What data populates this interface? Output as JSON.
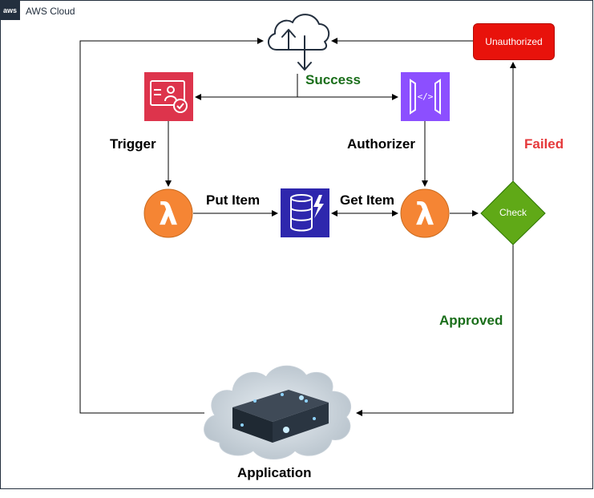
{
  "container": {
    "aws_badge": "aws",
    "title": "AWS Cloud"
  },
  "labels": {
    "success": "Success",
    "trigger": "Trigger",
    "authorizer": "Authorizer",
    "failed": "Failed",
    "put_item": "Put Item",
    "get_item": "Get Item",
    "check": "Check",
    "approved": "Approved",
    "unauthorized": "Unauthorized",
    "application": "Application"
  },
  "icons": {
    "cloud": "cloud-upload-download-icon",
    "trigger_service": "cognito-icon",
    "authorizer_service": "api-gateway-icon",
    "lambda_left": "lambda-icon",
    "lambda_right": "lambda-icon",
    "database": "dynamodb-icon",
    "application": "server-cloud-icon"
  },
  "colors": {
    "success_text": "#1a6e1a",
    "failed_text": "#e5393b",
    "unauthorized_fill": "#e8120b",
    "check_fill": "#60a917",
    "lambda_fill": "#f58534",
    "cognito_fill": "#dd344c",
    "apigw_fill": "#8c4fff",
    "dynamodb_fill": "#2e27ad"
  }
}
